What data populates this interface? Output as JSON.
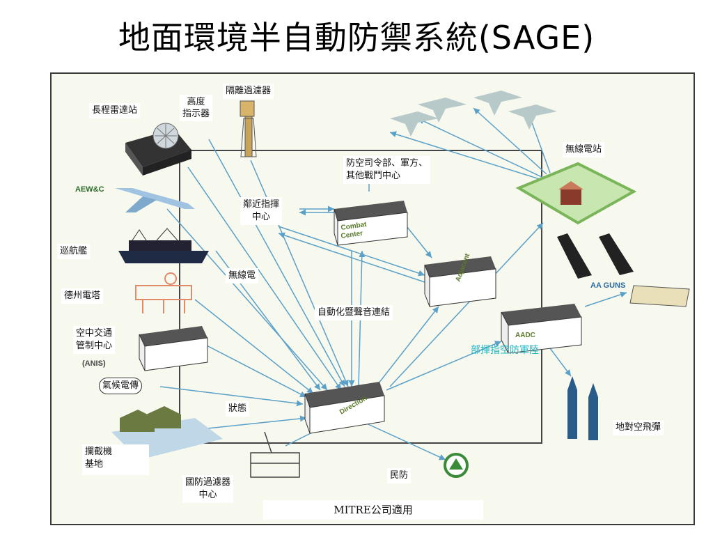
{
  "slide": {
    "title": "地面環境半自動防禦系統(SAGE)"
  },
  "labels": {
    "long_range_radar": "長程雷達站",
    "height_indicator": "高度\n指示器",
    "gap_filler": "隔離過濾器",
    "radio_station": "無線電站",
    "command_hq": "防空司令部、軍方、\n其他戰鬥中心",
    "adjacent_command": "鄰近指揮\n中心",
    "aew": "AEW&C",
    "picket_ship": "巡航艦",
    "radio": "無線電",
    "texas_tower": "德州電塔",
    "atc_center": "空中交通\n管制中心",
    "anis": "(ANIS)",
    "weather": "氣候電傳",
    "auto_voice": "自動化暨聲音連結",
    "aa_guns": "AA GUNS",
    "aadc_note": "部揮指空防軍陸",
    "status": "狀態",
    "interceptor_base": "攔截機\n基地",
    "sam": "地對空飛彈",
    "civil_defense": "民防",
    "defense_filter": "國防過濾器\n中心",
    "footer": "MITRE公司適用"
  },
  "boxes": {
    "combat_center": "Combat\nCenter",
    "adjacent_direction_center": "Adjacent\nDirection\nCenter",
    "aadc": "AADC",
    "direction_center": "Direction\nCenter"
  },
  "colors": {
    "arrow": "#5aa0c8",
    "box_top": "#555555",
    "box_side": "#ffffff",
    "label_green": "#5a7a2a",
    "teal_text": "#21b5c2",
    "panel_bg": "#f7f8ee"
  }
}
